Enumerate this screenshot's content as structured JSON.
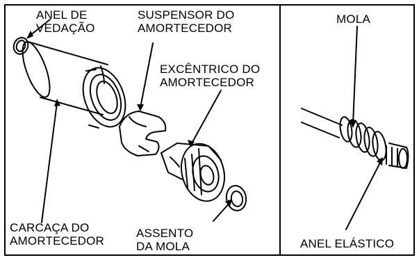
{
  "labels": {
    "anel_vedacao": [
      "ANEL DE",
      "VEDAÇÃO"
    ],
    "suspensor": [
      "SUSPENSOR DO",
      "AMORTECEDOR"
    ],
    "excentrico": [
      "EXCÊNTRICO DO",
      "AMORTECEDOR"
    ],
    "carcaca": [
      "CARCAÇA DO",
      "AMORTECEDOR"
    ],
    "assento": [
      "ASSENTO",
      "DA MOLA"
    ],
    "mola": "MOLA",
    "anel_elastico": "ANEL ELÁSTICO"
  }
}
